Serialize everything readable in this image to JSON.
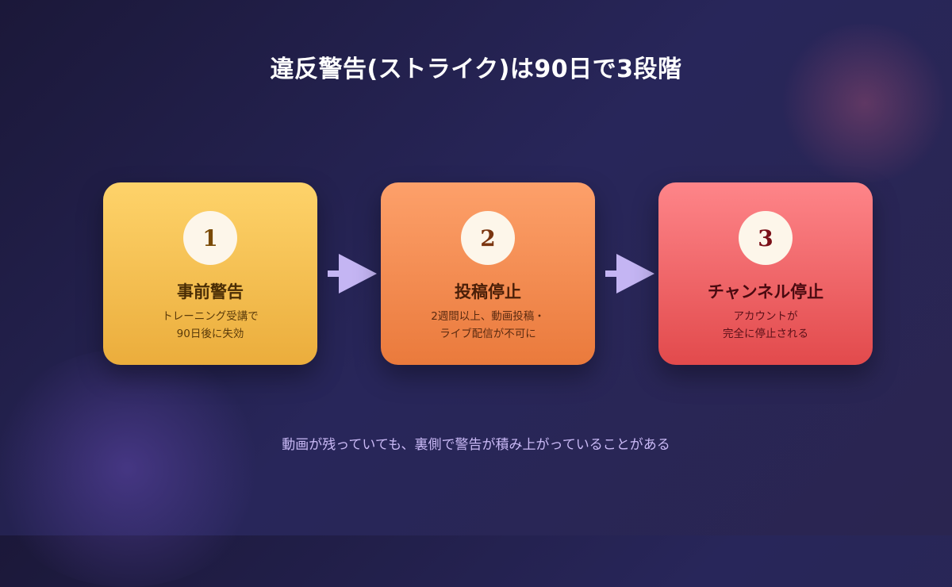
{
  "title": "違反警告(ストライク)は90日で3段階",
  "steps": [
    {
      "number": "1",
      "title": "事前警告",
      "desc": [
        "トレーニング受講で",
        "90日後に失効"
      ]
    },
    {
      "number": "2",
      "title": "投稿停止",
      "desc": [
        "2週間以上、動画投稿・",
        "ライブ配信が不可に"
      ]
    },
    {
      "number": "3",
      "title": "チャンネル停止",
      "desc": [
        "アカウントが",
        "完全に停止される"
      ]
    }
  ],
  "footer": "動画が残っていても、裏側で警告が積み上がっていることがある",
  "colors": {
    "card1": "#fed36a",
    "card2": "#fda06a",
    "card3": "#fe8589",
    "arrow": "#c4b5f3",
    "footer_text": "#c9b9f5"
  }
}
